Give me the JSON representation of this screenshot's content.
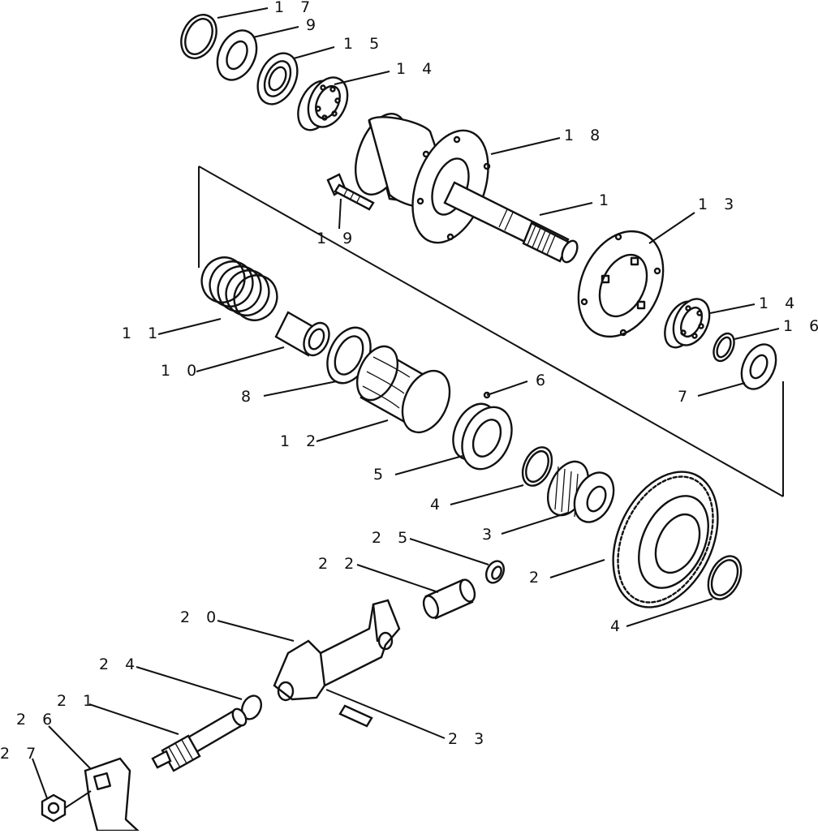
{
  "labels": {
    "l17": "1 7",
    "l9": "9",
    "l15": "1 5",
    "l14a": "1 4",
    "l18": "1 8",
    "l1": "1",
    "l19": "1 9",
    "l13": "1 3",
    "l11": "1 1",
    "l10": "1 0",
    "l14b": "1 4",
    "l16": "1 6",
    "l8": "8",
    "l6": "6",
    "l7": "7",
    "l12": "1 2",
    "l5": "5",
    "l4a": "4",
    "l3": "3",
    "l25": "2 5",
    "l22": "2 2",
    "l2": "2",
    "l4b": "4",
    "l20": "2 0",
    "l24": "2 4",
    "l21": "2 1",
    "l23": "2 3",
    "l26": "2 6",
    "l27": "2 7"
  }
}
